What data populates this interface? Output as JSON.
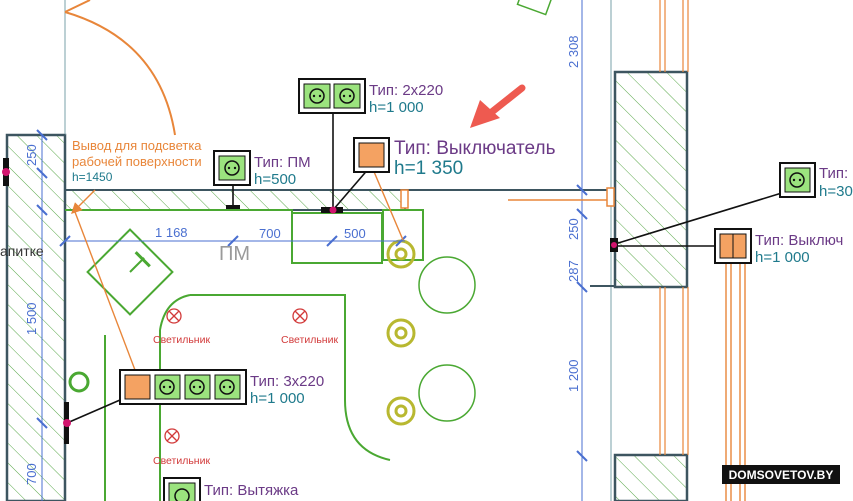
{
  "colors": {
    "wall": "#3d5560",
    "hatch": "#5aa84a",
    "dimension": "#4a6fd0",
    "note": "#e8863a",
    "type_label": "#6b3a86",
    "height_label": "#1f7a8c",
    "light": "#d23a3a",
    "furniture": "#4aa832",
    "arrow": "#ee5a50"
  },
  "labels": {
    "socket_2x220_type": "Тип: 2x220",
    "socket_2x220_h": "h=1 000",
    "switch_main_type": "Тип: Выключатель",
    "switch_main_h": "h=1 350",
    "pm_type": "Тип: ПМ",
    "pm_h": "h=500",
    "socket_3x220_type": "Тип: 3x220",
    "socket_3x220_h": "h=1 000",
    "hood_type": "Тип: Вытяжка",
    "right_socket_type": "Тип:",
    "right_socket_h": "h=30",
    "right_switch_type": "Тип: Выключ",
    "right_switch_h": "h=1 000",
    "note_line1": "Вывод для подсветка",
    "note_line2": "рабочей поверхности",
    "note_h": "h=1450",
    "left_partial": "апитке",
    "pm_center": "ПМ",
    "lamp": "Светильник",
    "watermark": "DOMSOVETOV.BY"
  },
  "dimensions": {
    "d1168": "1 168",
    "d700": "700",
    "d500": "500",
    "d250_left": "250",
    "d1500": "1 500",
    "d700_left": "700",
    "d2308": "2 308",
    "d250_right": "250",
    "d287": "287",
    "d1200": "1 200"
  }
}
